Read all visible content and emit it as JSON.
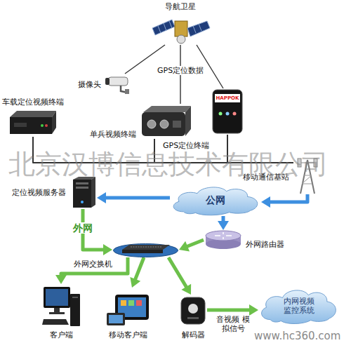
{
  "diagram": {
    "nodes": [
      {
        "text": [
          "导航卫星"
        ]
      },
      {
        "text": [
          "摄像头"
        ]
      },
      {
        "text": [
          "车载定位视频终端"
        ]
      },
      {
        "text": [
          "单兵视频终端"
        ]
      },
      {
        "text": [
          "GPS定位终端"
        ]
      },
      {
        "text": [
          "移动通信基站"
        ]
      },
      {
        "text": [
          "公网"
        ]
      },
      {
        "text": [
          "定位视频服务器"
        ]
      },
      {
        "text": [
          "外网路由器"
        ]
      },
      {
        "text": [
          "外网交换机"
        ]
      },
      {
        "text": [
          "客户端"
        ]
      },
      {
        "text": [
          "移动客户端"
        ]
      },
      {
        "text": [
          "解码器"
        ]
      },
      {
        "text": [
          "内网视频 监控系统"
        ]
      }
    ],
    "edges": [
      {
        "from": 0,
        "to": 1,
        "arrow": "none"
      },
      {
        "from": 0,
        "to": 3,
        "label": "GPS定位数据",
        "arrow": "none"
      },
      {
        "from": 0,
        "to": 4,
        "arrow": "none"
      },
      {
        "from": 2,
        "to": 5,
        "arrow": "none"
      },
      {
        "from": 3,
        "to": 5,
        "arrow": "none"
      },
      {
        "from": 4,
        "to": 5,
        "arrow": "none"
      },
      {
        "from": 5,
        "to": 6,
        "arrow": "to"
      },
      {
        "from": 6,
        "to": 7,
        "arrow": "to"
      },
      {
        "from": 6,
        "to": 8,
        "arrow": "to"
      },
      {
        "from": 7,
        "to": 9,
        "label": "外网",
        "arrow": "to"
      },
      {
        "from": 8,
        "to": 9,
        "arrow": "to"
      },
      {
        "from": 9,
        "to": 10,
        "arrow": "to"
      },
      {
        "from": 9,
        "to": 11,
        "arrow": "to"
      },
      {
        "from": 9,
        "to": 12,
        "arrow": "to"
      },
      {
        "from": 12,
        "to": 13,
        "label": "音视频 模拟信号",
        "arrow": "to"
      }
    ],
    "labels": [
      "北京汉博信息技术有限公司",
      "HAPPOK",
      "www.hc360.com"
    ]
  }
}
